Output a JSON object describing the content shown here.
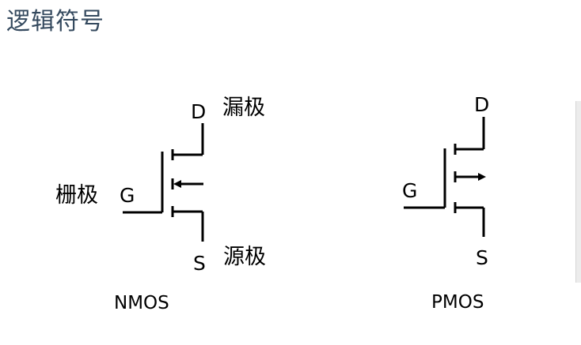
{
  "title": "逻辑符号",
  "nmos": {
    "caption": "NMOS",
    "pin_d": "D",
    "pin_g": "G",
    "pin_s": "S",
    "label_drain": "漏极",
    "label_gate": "栅极",
    "label_source": "源极"
  },
  "pmos": {
    "caption": "PMOS",
    "pin_d": "D",
    "pin_g": "G",
    "pin_s": "S"
  },
  "colors": {
    "title": "#34495e",
    "stroke": "#000000"
  }
}
